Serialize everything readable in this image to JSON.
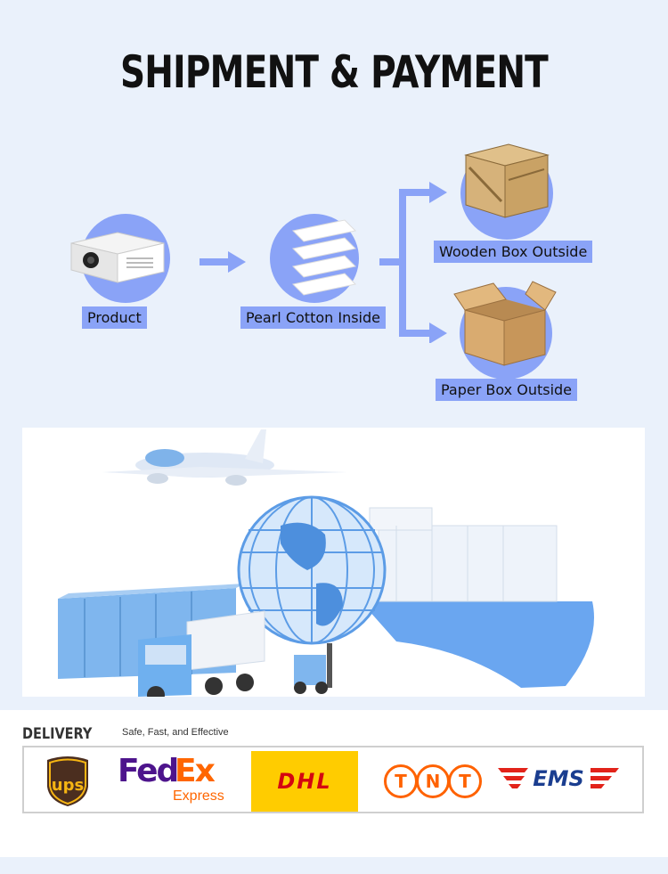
{
  "header": {
    "title": "SHIPMENT & PAYMENT"
  },
  "packaging": {
    "product_label": "Product",
    "pearl_label": "Pearl Cotton Inside",
    "wooden_label": "Wooden Box Outside",
    "paper_label": "Paper Box Outside"
  },
  "delivery": {
    "title": "DELIVERY",
    "subtitle": "Safe, Fast, and Effective",
    "carriers": {
      "ups": "ups",
      "fedex_fed": "Fed",
      "fedex_ex": "Ex",
      "fedex_express": "Express",
      "dhl": "DHL",
      "tnt": [
        "T",
        "N",
        "T"
      ],
      "ems": "EMS"
    }
  },
  "colors": {
    "accent": "#8aa3f7",
    "background": "#eaf1fb",
    "dhl_yellow": "#ffcc00",
    "dhl_red": "#d40511",
    "fedex_purple": "#4d148c",
    "fedex_orange": "#ff6600",
    "tnt_orange": "#ff6200",
    "ems_red": "#e2231a"
  }
}
